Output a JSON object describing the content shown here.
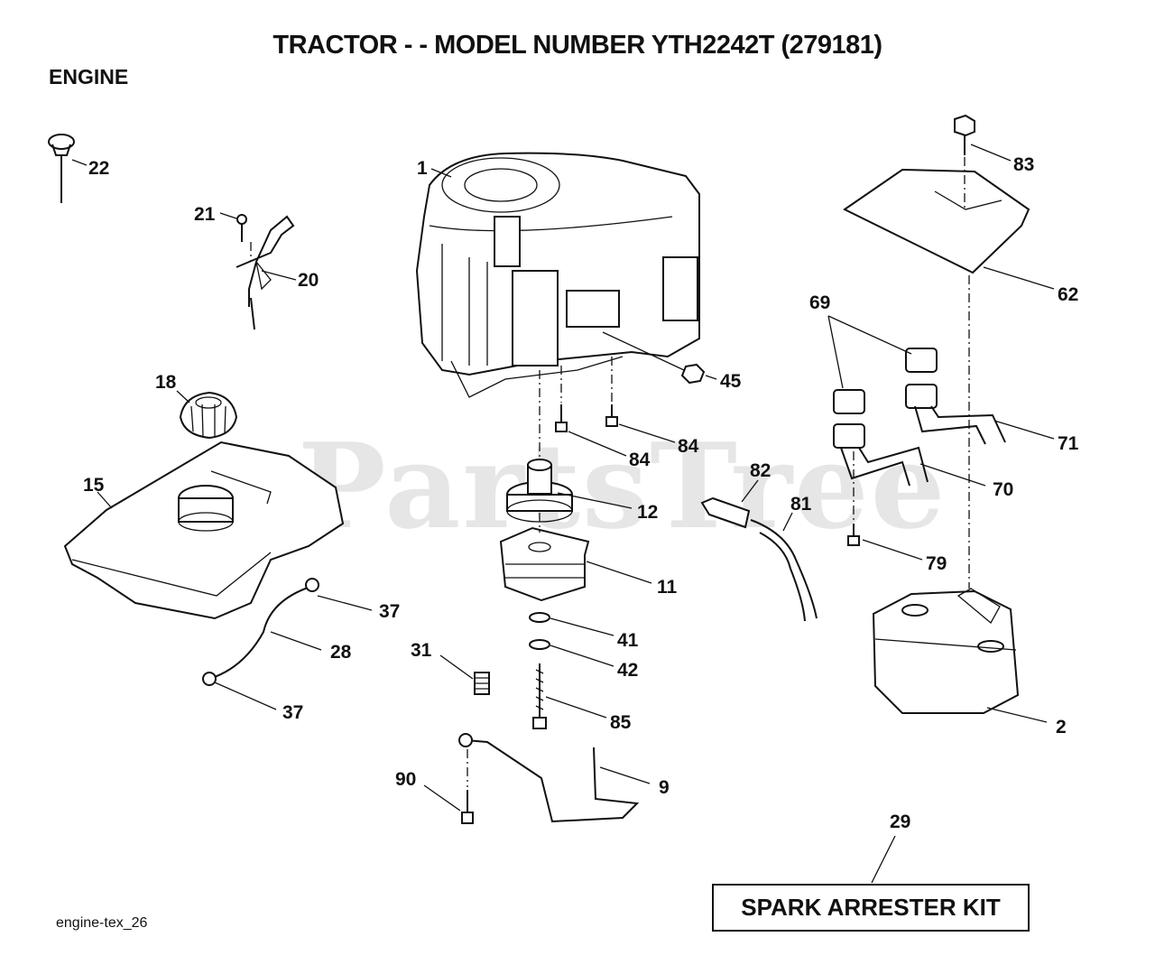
{
  "header": {
    "title": "TRACTOR - - MODEL NUMBER YTH2242T (279181)",
    "section": "ENGINE"
  },
  "watermark": "PartsTree",
  "kit_label": "SPARK ARRESTER KIT",
  "footer_code": "engine-tex_26",
  "callouts": [
    "1",
    "2",
    "9",
    "11",
    "12",
    "15",
    "18",
    "20",
    "21",
    "22",
    "28",
    "29",
    "31",
    "37",
    "37",
    "41",
    "42",
    "45",
    "62",
    "69",
    "70",
    "71",
    "79",
    "81",
    "82",
    "83",
    "84",
    "84",
    "85",
    "90"
  ]
}
